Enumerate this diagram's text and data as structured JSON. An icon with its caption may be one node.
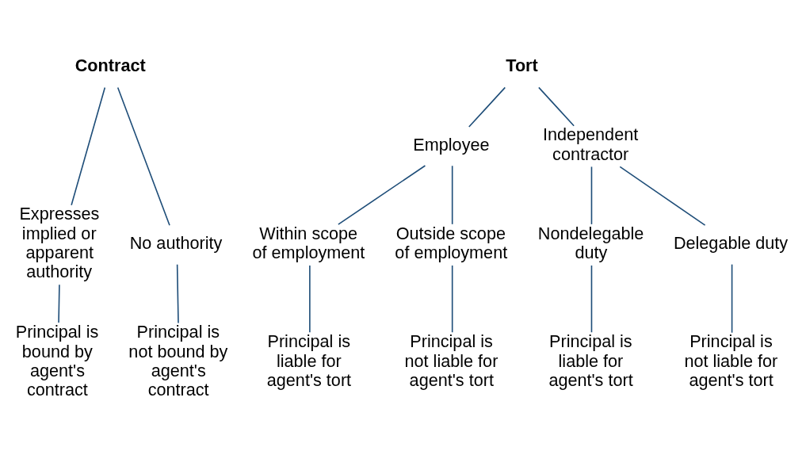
{
  "diagram": {
    "nodes": [
      {
        "text": [
          "Contract"
        ]
      },
      {
        "text": [
          "Expresses implied or apparent authority"
        ]
      },
      {
        "text": [
          "No authority"
        ]
      },
      {
        "text": [
          "Principal is bound by agent's contract"
        ]
      },
      {
        "text": [
          "Principal is not bound by agent's contract"
        ]
      },
      {
        "text": [
          "Tort"
        ]
      },
      {
        "text": [
          "Employee"
        ]
      },
      {
        "text": [
          "Independent contractor"
        ]
      },
      {
        "text": [
          "Within scope of employment"
        ]
      },
      {
        "text": [
          "Outside scope of employment"
        ]
      },
      {
        "text": [
          "Nondelegable duty"
        ]
      },
      {
        "text": [
          "Delegable duty"
        ]
      },
      {
        "text": [
          "Principal is liable for agent's tort"
        ]
      },
      {
        "text": [
          "Principal is not liable for agent's tort"
        ]
      },
      {
        "text": [
          "Principal is liable for agent's tort"
        ]
      },
      {
        "text": [
          "Principal is not liable for agent's tort"
        ]
      }
    ],
    "edges": [
      {
        "from": 0,
        "to": 1,
        "arrow": "none"
      },
      {
        "from": 0,
        "to": 2,
        "arrow": "none"
      },
      {
        "from": 1,
        "to": 3,
        "arrow": "none"
      },
      {
        "from": 2,
        "to": 4,
        "arrow": "none"
      },
      {
        "from": 5,
        "to": 6,
        "arrow": "none"
      },
      {
        "from": 5,
        "to": 7,
        "arrow": "none"
      },
      {
        "from": 6,
        "to": 8,
        "arrow": "none"
      },
      {
        "from": 6,
        "to": 9,
        "arrow": "none"
      },
      {
        "from": 7,
        "to": 10,
        "arrow": "none"
      },
      {
        "from": 7,
        "to": 11,
        "arrow": "none"
      },
      {
        "from": 8,
        "to": 12,
        "arrow": "none"
      },
      {
        "from": 9,
        "to": 13,
        "arrow": "none"
      },
      {
        "from": 10,
        "to": 14,
        "arrow": "none"
      },
      {
        "from": 11,
        "to": 15,
        "arrow": "none"
      }
    ]
  }
}
